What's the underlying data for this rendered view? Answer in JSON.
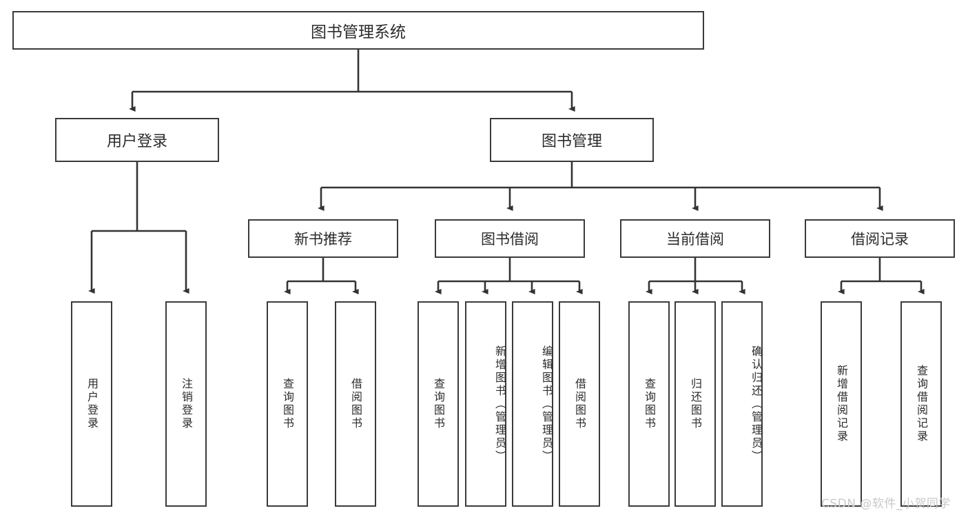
{
  "diagram": {
    "type": "hierarchy-tree",
    "title": "图书管理系统",
    "root": {
      "label": "图书管理系统"
    },
    "level2": [
      {
        "id": "user-login",
        "label": "用户登录"
      },
      {
        "id": "book-mgmt",
        "label": "图书管理"
      }
    ],
    "level3": [
      {
        "id": "new-book-rec",
        "label": "新书推荐",
        "parent": "book-mgmt"
      },
      {
        "id": "book-borrow",
        "label": "图书借阅",
        "parent": "book-mgmt"
      },
      {
        "id": "current-borrow",
        "label": "当前借阅",
        "parent": "book-mgmt"
      },
      {
        "id": "borrow-record",
        "label": "借阅记录",
        "parent": "book-mgmt"
      }
    ],
    "leaves": [
      {
        "id": "leaf-user-login",
        "label": "用户登录",
        "parent": "user-login",
        "align": "middle"
      },
      {
        "id": "leaf-logout",
        "label": "注销登录",
        "parent": "user-login",
        "align": "middle"
      },
      {
        "id": "leaf-query-book-1",
        "label": "查询图书",
        "parent": "new-book-rec",
        "align": "middle"
      },
      {
        "id": "leaf-borrow-book-1",
        "label": "借阅图书",
        "parent": "new-book-rec",
        "align": "middle"
      },
      {
        "id": "leaf-query-book-2",
        "label": "查询图书",
        "parent": "book-borrow",
        "align": "middle"
      },
      {
        "id": "leaf-add-book",
        "label": "新增图书（管理员）",
        "parent": "book-borrow",
        "align": "top"
      },
      {
        "id": "leaf-edit-book",
        "label": "编辑图书（管理员）",
        "parent": "book-borrow",
        "align": "top"
      },
      {
        "id": "leaf-borrow-book-2",
        "label": "借阅图书",
        "parent": "book-borrow",
        "align": "middle"
      },
      {
        "id": "leaf-query-book-3",
        "label": "查询图书",
        "parent": "current-borrow",
        "align": "middle"
      },
      {
        "id": "leaf-return-book",
        "label": "归还图书",
        "parent": "current-borrow",
        "align": "middle"
      },
      {
        "id": "leaf-confirm-return",
        "label": "确认归还（管理员）",
        "parent": "current-borrow",
        "align": "top"
      },
      {
        "id": "leaf-add-record",
        "label": "新增借阅记录",
        "parent": "borrow-record",
        "align": "middle"
      },
      {
        "id": "leaf-query-record",
        "label": "查询借阅记录",
        "parent": "borrow-record",
        "align": "middle"
      }
    ],
    "colors": {
      "border": "#3a3a3a",
      "text": "#2b2b2b",
      "background": "#ffffff",
      "connector": "#333333",
      "watermark": "#c9c9c9"
    }
  },
  "watermark": {
    "text": "CSDN @软件_小贺同学"
  }
}
